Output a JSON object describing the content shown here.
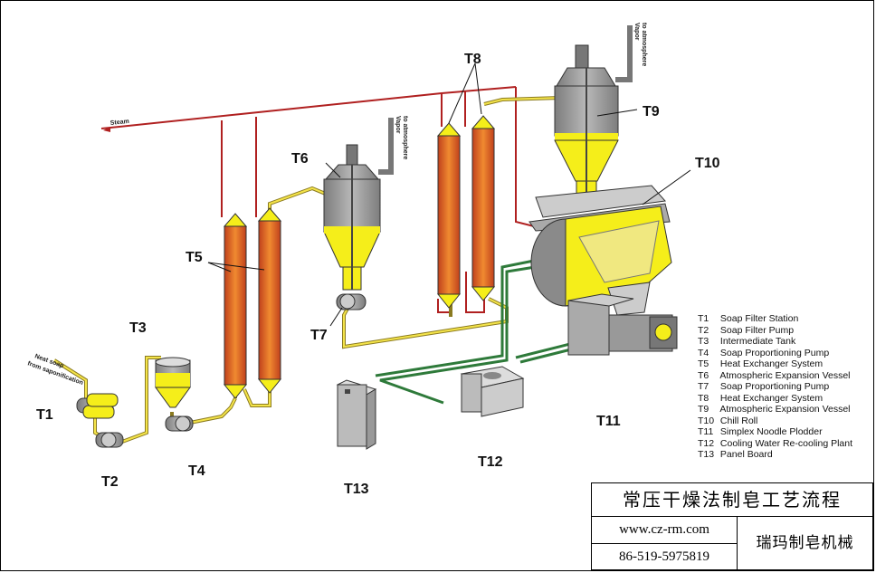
{
  "labels": {
    "T1": "T1",
    "T2": "T2",
    "T3": "T3",
    "T4": "T4",
    "T5": "T5",
    "T6": "T6",
    "T7": "T7",
    "T8": "T8",
    "T9": "T9",
    "T10": "T10",
    "T11": "T11",
    "T12": "T12",
    "T13": "T13"
  },
  "annotations": {
    "steam": "Steam",
    "neat_soap_1": "Neat soap",
    "neat_soap_2": "from saponification",
    "vapor_1": "Vapor",
    "vapor_2": "to atmosphere"
  },
  "legend": [
    {
      "code": "T1",
      "text": "Soap Filter Station"
    },
    {
      "code": "T2",
      "text": "Soap Filter Pump"
    },
    {
      "code": "T3",
      "text": "Intermediate Tank"
    },
    {
      "code": "T4",
      "text": "Soap Proportioning Pump"
    },
    {
      "code": "T5",
      "text": "Heat Exchanger System"
    },
    {
      "code": "T6",
      "text": "Atmospheric Expansion Vessel"
    },
    {
      "code": "T7",
      "text": "Soap Proportioning Pump"
    },
    {
      "code": "T8",
      "text": "Heat Exchanger System"
    },
    {
      "code": "T9",
      "text": "Atmospheric Expansion Vessel"
    },
    {
      "code": "T10",
      "text": "Chill Roll"
    },
    {
      "code": "T11",
      "text": "Simplex Noodle Plodder"
    },
    {
      "code": "T12",
      "text": "Cooling Water Re-cooling Plant"
    },
    {
      "code": "T13",
      "text": "Panel Board"
    }
  ],
  "title_box": {
    "title": "常压干燥法制皂工艺流程",
    "website": "www.cz-rm.com",
    "phone": "86-519-5975819",
    "company": "瑞玛制皂机械"
  },
  "colors": {
    "steam_line": "#b02020",
    "soap_line": "#e8d840",
    "water_line": "#2e7a3a",
    "vessel_gray": "#9a9a9a",
    "soap_yellow": "#f5ee1a",
    "heat_orange": "#e0702a"
  }
}
